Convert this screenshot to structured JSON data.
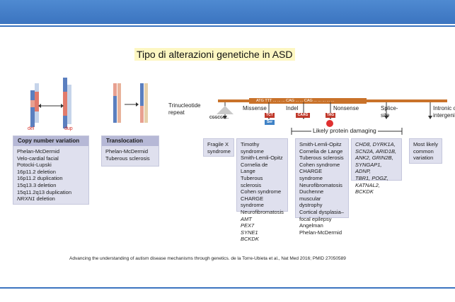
{
  "title": "Tipo di alterazioni genetiche in ASD",
  "citation": "Advancing the understanding of autism disease mechanisms through genetics. de la Torre-Ubieta et al., Nat Med 2016; PMID 27050589",
  "chrom_labels": {
    "del": "del",
    "dup": "dup"
  },
  "cnv_panel": {
    "header": "Copy number variation",
    "items": [
      "Phelan-McDermid",
      "Velo-cardial facial",
      "Potocki-Lupski",
      "16p11.2 deletion",
      "16p11.2 duplication",
      "15q13.3 deletion",
      "15q11.2q13 duplication"
    ],
    "last_italic": "NRXN1",
    "last_rest": " deletion"
  },
  "trans_panel": {
    "header": "Translocation",
    "items": [
      "Phelan-McDermid",
      "Tuberous sclerosis"
    ]
  },
  "gene": {
    "trinucleotide": "Trinucleotide\nrepeat",
    "seq": "ATG TTT ... ... ... CAG ... ... CAG ... ... ... ... ...",
    "repeat_seq": "CGGCGG...",
    "missense": "Missense",
    "indel": "Indel",
    "nonsense": "Nonsense",
    "splice": "Splice-\nsite",
    "intronic": "Intronic or\nintergenic",
    "box_tct": "TCT",
    "box_ser": "Ser",
    "box_caag": "CAAG",
    "box_tag": "TAG",
    "likely": "Likely protein damaging"
  },
  "panel_fragile": "Fragile X\nsyndrome",
  "panel_missense": {
    "items": [
      "Timothy syndrome",
      "Smith-Lemli-Opitz",
      "Cornelia de Lange",
      "Tuberous sclerosis",
      "Cohen syndrome",
      "CHARGE syndrome",
      "Neurofibromatosis"
    ],
    "italic_items": [
      "AMT",
      "PEX7",
      "SYNE1",
      "BCKDK"
    ]
  },
  "panel_damaging": {
    "items": [
      "Smith-Lemli-Opitz",
      "Cornelia de Lange",
      "Tuberous sclerosis",
      "Cohen syndrome",
      "CHARGE syndrome",
      "Neurofibromatosis",
      "Duchenne muscular",
      "dystrophy",
      "Cortical dysplasia–",
      "focal epilepsy",
      "Angelman",
      "Phelan-McDermid"
    ]
  },
  "panel_genes": {
    "lines": [
      "CHD8, DYRK1A,",
      "SCN2A, ARID1B,",
      "ANK2, GRIN2B,",
      "SYNGAP1, ADNP,",
      "TBR1, POGZ,",
      "KATNAL2, BCKDK"
    ]
  },
  "panel_common": "Most likely\ncommon\nvariation",
  "colors": {
    "accent": "#3b74c0",
    "panel": "#dfe0ee",
    "panel_header": "#b6b8d6",
    "gene_line": "#c9722a",
    "red": "#d6312a"
  }
}
